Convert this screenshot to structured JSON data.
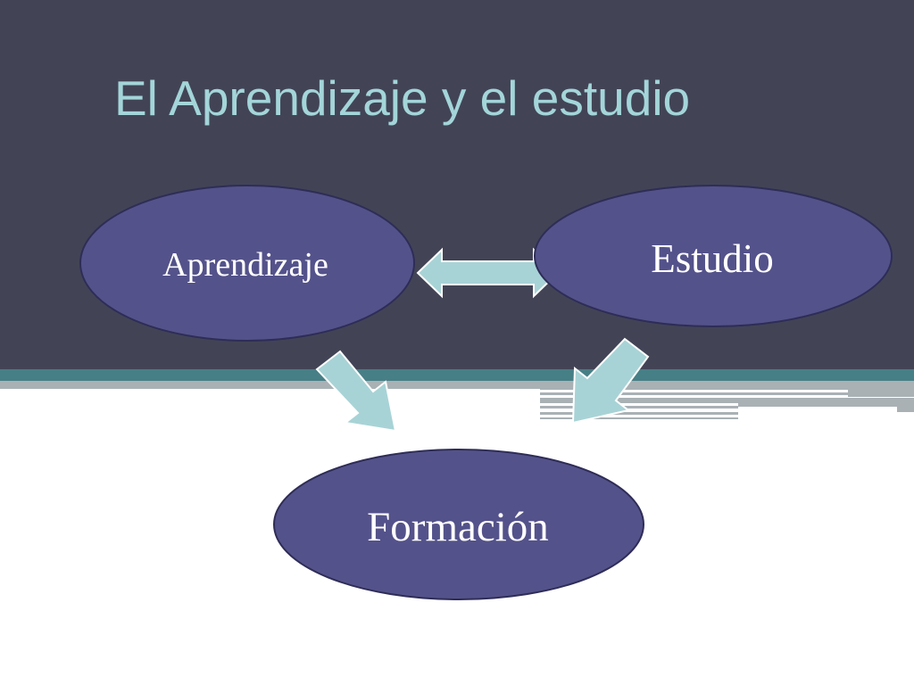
{
  "slide": {
    "title": "El Aprendizaje y el estudio"
  },
  "diagram": {
    "nodes": {
      "aprendizaje": "Aprendizaje",
      "estudio": "Estudio",
      "formacion": "Formación"
    }
  },
  "colors": {
    "header_background": "#424456",
    "title_text": "#a3d5d9",
    "node_fill": "#54528a",
    "node_stroke": "#2e2d57",
    "arrow_fill": "#a8d3d6",
    "arrow_stroke": "#ffffff",
    "teal_stripe": "#477f86",
    "grey_stripe": "#a9b1b5"
  }
}
